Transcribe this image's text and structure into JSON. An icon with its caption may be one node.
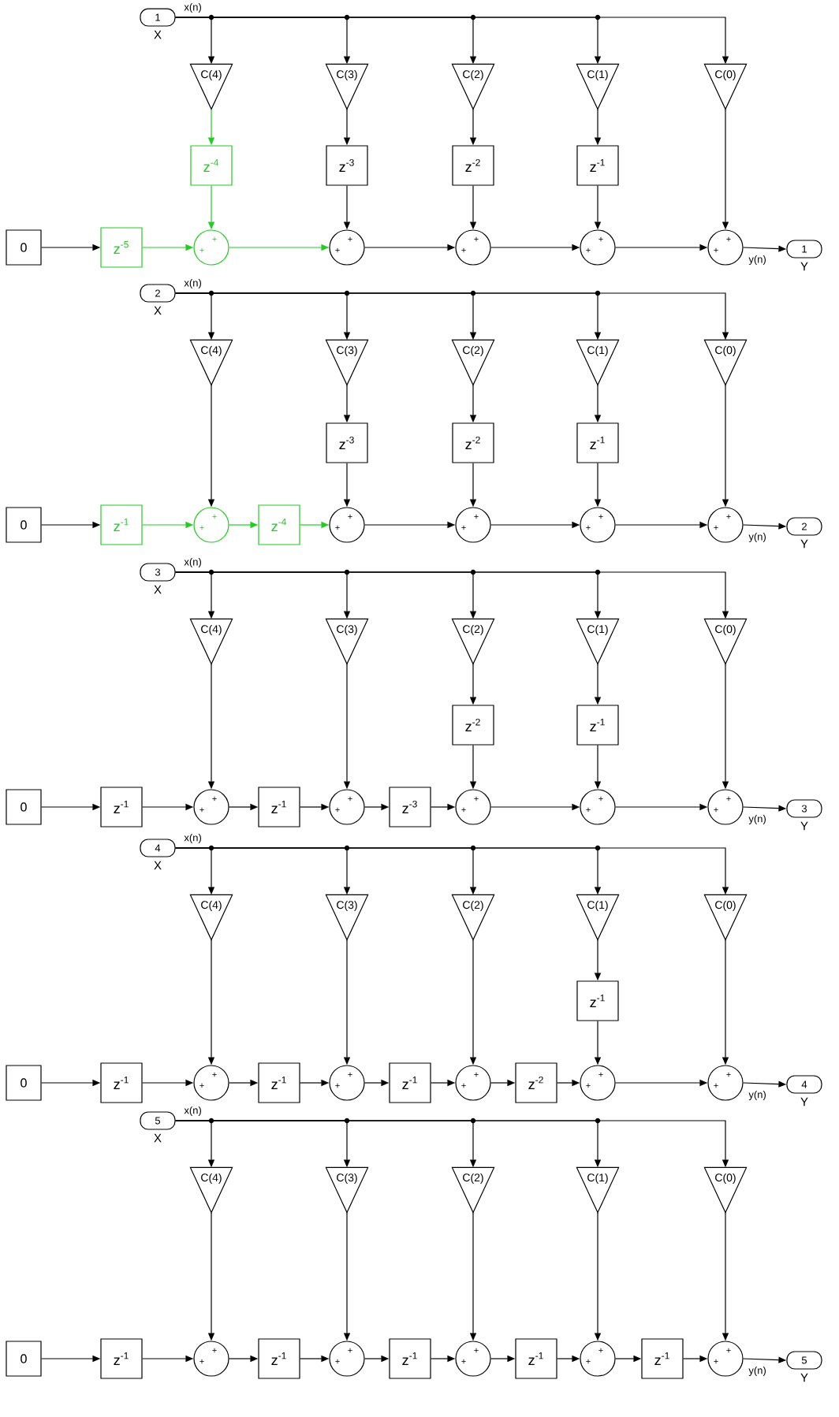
{
  "diagram": {
    "nodes": [
      {
        "text": [
          "1"
        ],
        "beside": [
          "X"
        ]
      },
      {
        "text": [
          "C(4)"
        ]
      },
      {
        "text": [
          "C(3)"
        ]
      },
      {
        "text": [
          "C(2)"
        ]
      },
      {
        "text": [
          "C(1)"
        ]
      },
      {
        "text": [
          "C(0)"
        ]
      },
      {
        "text": [
          "z$^{-4}$"
        ]
      },
      {
        "text": [
          "z$^{-3}$"
        ]
      },
      {
        "text": [
          "z$^{-2}$"
        ]
      },
      {
        "text": [
          "z$^{-1}$"
        ]
      },
      {
        "text": [
          "0"
        ]
      },
      {
        "text": [
          "z$^{-5}$"
        ]
      },
      {
        "text": [
          "+",
          "+"
        ]
      },
      {
        "text": [
          "+",
          "+"
        ]
      },
      {
        "text": [
          "+",
          "+"
        ]
      },
      {
        "text": [
          "+",
          "+"
        ]
      },
      {
        "text": [
          "+",
          "+"
        ]
      },
      {
        "text": [
          "1"
        ],
        "beside": [
          "Y"
        ]
      },
      {
        "text": [
          "2"
        ],
        "beside": [
          "X"
        ]
      },
      {
        "text": [
          "C(4)"
        ]
      },
      {
        "text": [
          "C(3)"
        ]
      },
      {
        "text": [
          "C(2)"
        ]
      },
      {
        "text": [
          "C(1)"
        ]
      },
      {
        "text": [
          "C(0)"
        ]
      },
      {
        "text": [
          "z$^{-3}$"
        ]
      },
      {
        "text": [
          "z$^{-2}$"
        ]
      },
      {
        "text": [
          "z$^{-1}$"
        ]
      },
      {
        "text": [
          "0"
        ]
      },
      {
        "text": [
          "z$^{-1}$"
        ]
      },
      {
        "text": [
          "+",
          "+"
        ]
      },
      {
        "text": [
          "z$^{-4}$"
        ]
      },
      {
        "text": [
          "+",
          "+"
        ]
      },
      {
        "text": [
          "+",
          "+"
        ]
      },
      {
        "text": [
          "+",
          "+"
        ]
      },
      {
        "text": [
          "+",
          "+"
        ]
      },
      {
        "text": [
          "2"
        ],
        "beside": [
          "Y"
        ]
      },
      {
        "text": [
          "3"
        ],
        "beside": [
          "X"
        ]
      },
      {
        "text": [
          "C(4)"
        ]
      },
      {
        "text": [
          "C(3)"
        ]
      },
      {
        "text": [
          "C(2)"
        ]
      },
      {
        "text": [
          "C(1)"
        ]
      },
      {
        "text": [
          "C(0)"
        ]
      },
      {
        "text": [
          "z$^{-2}$"
        ]
      },
      {
        "text": [
          "z$^{-1}$"
        ]
      },
      {
        "text": [
          "0"
        ]
      },
      {
        "text": [
          "z$^{-1}$"
        ]
      },
      {
        "text": [
          "+",
          "+"
        ]
      },
      {
        "text": [
          "z$^{-1}$"
        ]
      },
      {
        "text": [
          "+",
          "+"
        ]
      },
      {
        "text": [
          "z$^{-3}$"
        ]
      },
      {
        "text": [
          "+",
          "+"
        ]
      },
      {
        "text": [
          "+",
          "+"
        ]
      },
      {
        "text": [
          "+",
          "+"
        ]
      },
      {
        "text": [
          "3"
        ],
        "beside": [
          "Y"
        ]
      },
      {
        "text": [
          "4"
        ],
        "beside": [
          "X"
        ]
      },
      {
        "text": [
          "C(4)"
        ]
      },
      {
        "text": [
          "C(3)"
        ]
      },
      {
        "text": [
          "C(2)"
        ]
      },
      {
        "text": [
          "C(1)"
        ]
      },
      {
        "text": [
          "C(0)"
        ]
      },
      {
        "text": [
          "z$^{-1}$"
        ]
      },
      {
        "text": [
          "0"
        ]
      },
      {
        "text": [
          "z$^{-1}$"
        ]
      },
      {
        "text": [
          "+",
          "+"
        ]
      },
      {
        "text": [
          "z$^{-1}$"
        ]
      },
      {
        "text": [
          "+",
          "+"
        ]
      },
      {
        "text": [
          "z$^{-1}$"
        ]
      },
      {
        "text": [
          "+",
          "+"
        ]
      },
      {
        "text": [
          "z$^{-2}$"
        ]
      },
      {
        "text": [
          "+",
          "+"
        ]
      },
      {
        "text": [
          "+",
          "+"
        ]
      },
      {
        "text": [
          "4"
        ],
        "beside": [
          "Y"
        ]
      },
      {
        "text": [
          "5"
        ],
        "beside": [
          "X"
        ]
      },
      {
        "text": [
          "C(4)"
        ]
      },
      {
        "text": [
          "C(3)"
        ]
      },
      {
        "text": [
          "C(2)"
        ]
      },
      {
        "text": [
          "C(1)"
        ]
      },
      {
        "text": [
          "C(0)"
        ]
      },
      {
        "text": [
          "0"
        ]
      },
      {
        "text": [
          "z$^{-1}$"
        ]
      },
      {
        "text": [
          "+",
          "+"
        ]
      },
      {
        "text": [
          "z$^{-1}$"
        ]
      },
      {
        "text": [
          "+",
          "+"
        ]
      },
      {
        "text": [
          "z$^{-1}$"
        ]
      },
      {
        "text": [
          "+",
          "+"
        ]
      },
      {
        "text": [
          "z$^{-1}$"
        ]
      },
      {
        "text": [
          "+",
          "+"
        ]
      },
      {
        "text": [
          "z$^{-1}$"
        ]
      },
      {
        "text": [
          "+",
          "+"
        ]
      },
      {
        "text": [
          "5"
        ],
        "beside": [
          "Y"
        ]
      }
    ],
    "edges": [
      {
        "from": 0,
        "to": 1,
        "arrow": "to",
        "label": "x(n)"
      },
      {
        "from": 0,
        "to": 2,
        "arrow": "to"
      },
      {
        "from": 0,
        "to": 3,
        "arrow": "to"
      },
      {
        "from": 0,
        "to": 4,
        "arrow": "to"
      },
      {
        "from": 0,
        "to": 5,
        "arrow": "to"
      },
      {
        "from": 1,
        "to": 6,
        "arrow": "to",
        "color": "#22cc22"
      },
      {
        "from": 2,
        "to": 7,
        "arrow": "to"
      },
      {
        "from": 3,
        "to": 8,
        "arrow": "to"
      },
      {
        "from": 4,
        "to": 9,
        "arrow": "to"
      },
      {
        "from": 5,
        "to": 16,
        "arrow": "to"
      },
      {
        "from": 6,
        "to": 12,
        "arrow": "to",
        "color": "#22cc22"
      },
      {
        "from": 7,
        "to": 13,
        "arrow": "to"
      },
      {
        "from": 8,
        "to": 14,
        "arrow": "to"
      },
      {
        "from": 9,
        "to": 15,
        "arrow": "to"
      },
      {
        "from": 10,
        "to": 11,
        "arrow": "to"
      },
      {
        "from": 11,
        "to": 12,
        "arrow": "to",
        "color": "#22cc22"
      },
      {
        "from": 12,
        "to": 13,
        "arrow": "to",
        "color": "#22cc22"
      },
      {
        "from": 13,
        "to": 14,
        "arrow": "to"
      },
      {
        "from": 14,
        "to": 15,
        "arrow": "to"
      },
      {
        "from": 15,
        "to": 16,
        "arrow": "to"
      },
      {
        "from": 16,
        "to": 17,
        "arrow": "to",
        "label": "y(n)"
      },
      {
        "from": 18,
        "to": 19,
        "arrow": "to",
        "label": "x(n)"
      },
      {
        "from": 18,
        "to": 20,
        "arrow": "to"
      },
      {
        "from": 18,
        "to": 21,
        "arrow": "to"
      },
      {
        "from": 18,
        "to": 22,
        "arrow": "to"
      },
      {
        "from": 18,
        "to": 23,
        "arrow": "to"
      },
      {
        "from": 19,
        "to": 29,
        "arrow": "to"
      },
      {
        "from": 20,
        "to": 24,
        "arrow": "to"
      },
      {
        "from": 21,
        "to": 25,
        "arrow": "to"
      },
      {
        "from": 22,
        "to": 26,
        "arrow": "to"
      },
      {
        "from": 23,
        "to": 34,
        "arrow": "to"
      },
      {
        "from": 24,
        "to": 31,
        "arrow": "to"
      },
      {
        "from": 25,
        "to": 32,
        "arrow": "to"
      },
      {
        "from": 26,
        "to": 33,
        "arrow": "to"
      },
      {
        "from": 27,
        "to": 28,
        "arrow": "to"
      },
      {
        "from": 28,
        "to": 29,
        "arrow": "to",
        "color": "#22cc22"
      },
      {
        "from": 29,
        "to": 30,
        "arrow": "to",
        "color": "#22cc22"
      },
      {
        "from": 30,
        "to": 31,
        "arrow": "to",
        "color": "#22cc22"
      },
      {
        "from": 31,
        "to": 32,
        "arrow": "to"
      },
      {
        "from": 32,
        "to": 33,
        "arrow": "to"
      },
      {
        "from": 33,
        "to": 34,
        "arrow": "to"
      },
      {
        "from": 34,
        "to": 35,
        "arrow": "to",
        "label": "y(n)"
      },
      {
        "from": 36,
        "to": 37,
        "arrow": "to",
        "label": "x(n)"
      },
      {
        "from": 36,
        "to": 38,
        "arrow": "to"
      },
      {
        "from": 36,
        "to": 39,
        "arrow": "to"
      },
      {
        "from": 36,
        "to": 40,
        "arrow": "to"
      },
      {
        "from": 36,
        "to": 41,
        "arrow": "to"
      },
      {
        "from": 37,
        "to": 46,
        "arrow": "to"
      },
      {
        "from": 38,
        "to": 48,
        "arrow": "to"
      },
      {
        "from": 39,
        "to": 42,
        "arrow": "to"
      },
      {
        "from": 40,
        "to": 43,
        "arrow": "to"
      },
      {
        "from": 41,
        "to": 52,
        "arrow": "to"
      },
      {
        "from": 42,
        "to": 50,
        "arrow": "to"
      },
      {
        "from": 43,
        "to": 51,
        "arrow": "to"
      },
      {
        "from": 44,
        "to": 45,
        "arrow": "to"
      },
      {
        "from": 45,
        "to": 46,
        "arrow": "to"
      },
      {
        "from": 46,
        "to": 47,
        "arrow": "to"
      },
      {
        "from": 47,
        "to": 48,
        "arrow": "to"
      },
      {
        "from": 48,
        "to": 49,
        "arrow": "to"
      },
      {
        "from": 49,
        "to": 50,
        "arrow": "to"
      },
      {
        "from": 50,
        "to": 51,
        "arrow": "to"
      },
      {
        "from": 51,
        "to": 52,
        "arrow": "to"
      },
      {
        "from": 52,
        "to": 53,
        "arrow": "to",
        "label": "y(n)"
      },
      {
        "from": 54,
        "to": 55,
        "arrow": "to",
        "label": "x(n)"
      },
      {
        "from": 54,
        "to": 56,
        "arrow": "to"
      },
      {
        "from": 54,
        "to": 57,
        "arrow": "to"
      },
      {
        "from": 54,
        "to": 58,
        "arrow": "to"
      },
      {
        "from": 54,
        "to": 59,
        "arrow": "to"
      },
      {
        "from": 55,
        "to": 63,
        "arrow": "to"
      },
      {
        "from": 56,
        "to": 65,
        "arrow": "to"
      },
      {
        "from": 57,
        "to": 67,
        "arrow": "to"
      },
      {
        "from": 58,
        "to": 60,
        "arrow": "to"
      },
      {
        "from": 59,
        "to": 70,
        "arrow": "to"
      },
      {
        "from": 60,
        "to": 69,
        "arrow": "to"
      },
      {
        "from": 61,
        "to": 62,
        "arrow": "to"
      },
      {
        "from": 62,
        "to": 63,
        "arrow": "to"
      },
      {
        "from": 63,
        "to": 64,
        "arrow": "to"
      },
      {
        "from": 64,
        "to": 65,
        "arrow": "to"
      },
      {
        "from": 65,
        "to": 66,
        "arrow": "to"
      },
      {
        "from": 66,
        "to": 67,
        "arrow": "to"
      },
      {
        "from": 67,
        "to": 68,
        "arrow": "to"
      },
      {
        "from": 68,
        "to": 69,
        "arrow": "to"
      },
      {
        "from": 69,
        "to": 70,
        "arrow": "to"
      },
      {
        "from": 70,
        "to": 71,
        "arrow": "to",
        "label": "y(n)"
      },
      {
        "from": 72,
        "to": 73,
        "arrow": "to",
        "label": "x(n)"
      },
      {
        "from": 72,
        "to": 74,
        "arrow": "to"
      },
      {
        "from": 72,
        "to": 75,
        "arrow": "to"
      },
      {
        "from": 72,
        "to": 76,
        "arrow": "to"
      },
      {
        "from": 72,
        "to": 77,
        "arrow": "to"
      },
      {
        "from": 73,
        "to": 80,
        "arrow": "to"
      },
      {
        "from": 74,
        "to": 82,
        "arrow": "to"
      },
      {
        "from": 75,
        "to": 84,
        "arrow": "to"
      },
      {
        "from": 76,
        "to": 86,
        "arrow": "to"
      },
      {
        "from": 77,
        "to": 88,
        "arrow": "to"
      },
      {
        "from": 78,
        "to": 79,
        "arrow": "to"
      },
      {
        "from": 79,
        "to": 80,
        "arrow": "to"
      },
      {
        "from": 80,
        "to": 81,
        "arrow": "to"
      },
      {
        "from": 81,
        "to": 82,
        "arrow": "to"
      },
      {
        "from": 82,
        "to": 83,
        "arrow": "to"
      },
      {
        "from": 83,
        "to": 84,
        "arrow": "to"
      },
      {
        "from": 84,
        "to": 85,
        "arrow": "to"
      },
      {
        "from": 85,
        "to": 86,
        "arrow": "to"
      },
      {
        "from": 86,
        "to": 87,
        "arrow": "to"
      },
      {
        "from": 87,
        "to": 88,
        "arrow": "to"
      },
      {
        "from": 88,
        "to": 89,
        "arrow": "to",
        "label": "y(n)"
      }
    ]
  }
}
